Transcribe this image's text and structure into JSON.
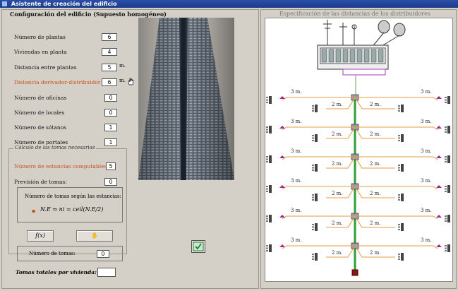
{
  "window": {
    "title": "Asistente de creación del edificio"
  },
  "left_panel": {
    "title": "Configuración del edificio (Supuesto homogéneo)",
    "fields": [
      {
        "label": "Número de plantas",
        "value": "6"
      },
      {
        "label": "Viviendas en planta",
        "value": "4"
      },
      {
        "label": "Distancia entre plantas",
        "value": "5",
        "unit": "m."
      },
      {
        "label": "Distancia derivador-distribuidor",
        "value": "6",
        "unit": "m."
      },
      {
        "label": "Número de oficinas",
        "value": "0"
      },
      {
        "label": "Número de locales",
        "value": "0"
      },
      {
        "label": "Número de sótanos",
        "value": "1"
      },
      {
        "label": "Número de portales",
        "value": "1"
      }
    ],
    "calc_group": {
      "title": "Cálculo de las tomas necesarias",
      "estancias_label": "Número de estancias computables",
      "estancias_value": "5",
      "prevision_label": "Previsión de tomas:",
      "prevision_value": "0",
      "formula_title": "Número de tomas según las estancias:",
      "formula": "N.E ⇒ ni = ceil(N.E/2)",
      "fx_button": "f(x)",
      "hand_button": "✋",
      "num_tomas_label": "Número de tomas:",
      "num_tomas_value": "0",
      "total_label": "Tomas totales por vivienda:",
      "total_value": ""
    }
  },
  "right_panel": {
    "title": "Especificación de las distancias de los distribuidores",
    "side_label": "3 m.",
    "inner_label": "2 m."
  },
  "colors": {
    "riser": "#2e9e35",
    "branch": "#e79a4a",
    "accent_label": "#c8501a"
  }
}
